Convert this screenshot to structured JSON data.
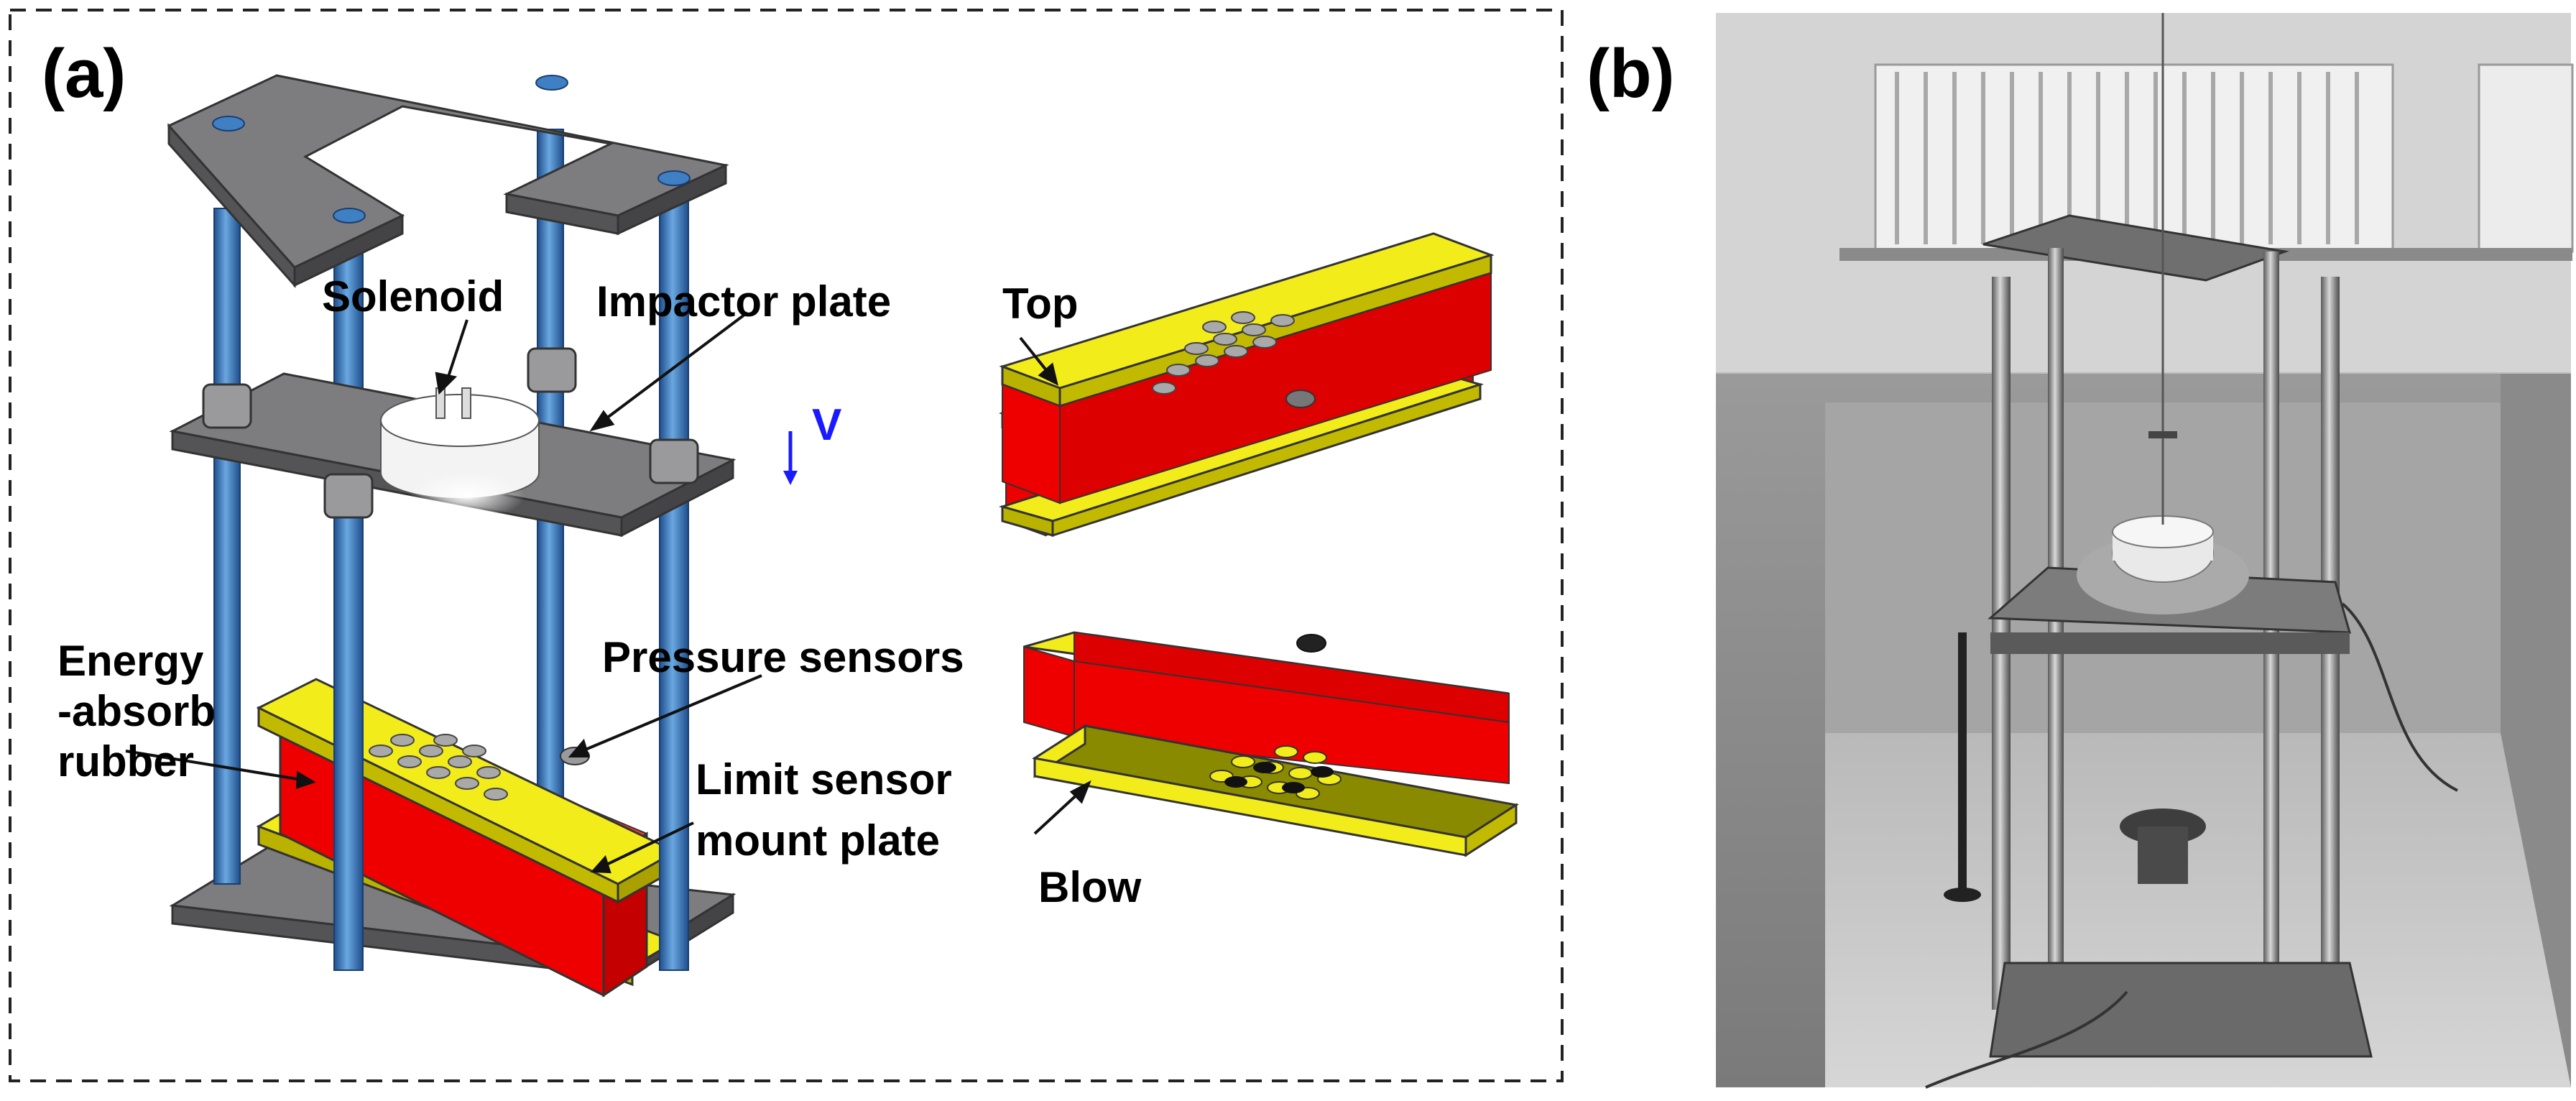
{
  "panels": {
    "a": {
      "tag": "(a)"
    },
    "b": {
      "tag": "(b)"
    }
  },
  "labels": {
    "solenoid": "Solenoid",
    "impactor_plate": "Impactor plate",
    "top": "Top",
    "v": "V",
    "energy_line1": "Energy",
    "energy_line2": "-absorb",
    "energy_line3": "rubber",
    "pressure_sensors": "Pressure sensors",
    "limit_line1": "Limit sensor",
    "limit_line2": "mount plate",
    "blow": "Blow"
  },
  "colors": {
    "frame_plate": "#6b6b6e",
    "rod": "#3f7fc4",
    "rubber": "#ee0000",
    "mount_plate": "#f2ec1a",
    "velocity_arrow": "#1a1aff",
    "photo_tone": "#8f8f8f"
  },
  "icons": {
    "velocity_arrow": "arrow-down-icon"
  }
}
